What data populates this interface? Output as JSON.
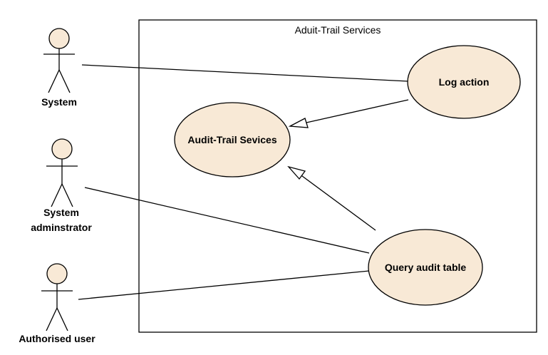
{
  "system": {
    "title": "Aduit-Trail Services"
  },
  "actors": [
    {
      "id": "system",
      "lines": [
        "System"
      ]
    },
    {
      "id": "sysadmin",
      "lines": [
        "System",
        "adminstrator"
      ]
    },
    {
      "id": "authuser",
      "lines": [
        "Authorised user"
      ]
    }
  ],
  "use_cases": [
    {
      "id": "log",
      "label": "Log action"
    },
    {
      "id": "audit",
      "label": "Audit-Trail Sevices"
    },
    {
      "id": "query",
      "label": "Query audit table"
    }
  ],
  "associations": [
    {
      "actor": "system",
      "use_case": "log"
    },
    {
      "actor": "sysadmin",
      "use_case": "query"
    },
    {
      "actor": "authuser",
      "use_case": "query"
    }
  ],
  "generalizations": [
    {
      "child": "log",
      "parent": "audit"
    },
    {
      "child": "query",
      "parent": "audit"
    }
  ]
}
